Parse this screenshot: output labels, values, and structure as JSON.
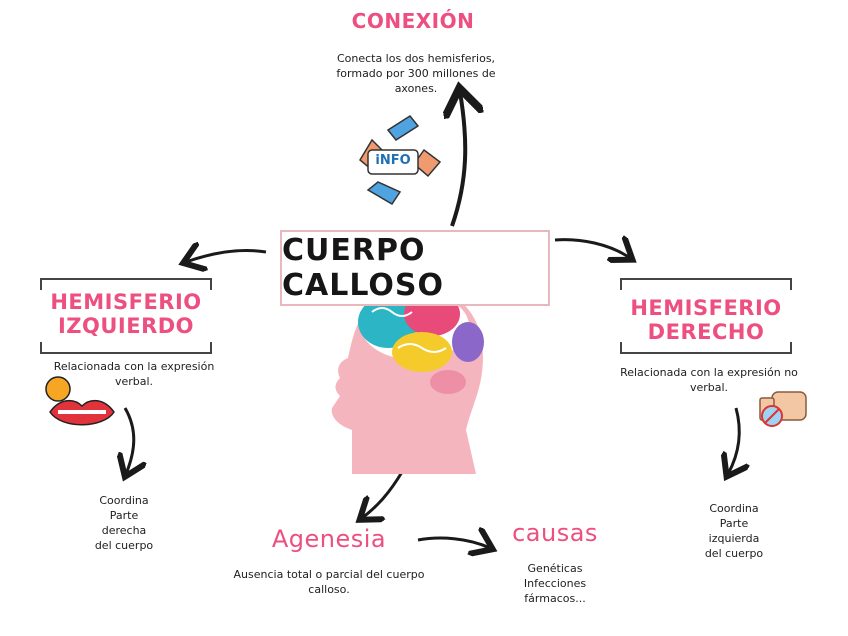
{
  "central": {
    "title": "CUERPO CALLOSO"
  },
  "conexion": {
    "title": "CONEXIÓN",
    "lines": [
      "Conecta los dos hemisferios,",
      "formado por 300 millones de",
      "axones."
    ],
    "icon_text": "iNFO"
  },
  "hemisferio_izquierdo": {
    "title_lines": [
      "HEMISFERIO",
      "IZQUIERDO"
    ],
    "description_lines": [
      "Relacionada con la expresión",
      "verbal."
    ],
    "function_lines": [
      "Coordina",
      "Parte",
      "derecha",
      "del cuerpo"
    ]
  },
  "hemisferio_derecho": {
    "title_lines": [
      "HEMISFERIO",
      "DERECHO"
    ],
    "description_lines": [
      "Relacionada con la expresión no",
      "verbal."
    ],
    "function_lines": [
      "Coordina",
      "Parte",
      "izquierda",
      "del cuerpo"
    ]
  },
  "agenesia": {
    "title": "Agenesia",
    "lines": [
      "Ausencia total o parcial del cuerpo",
      "calloso."
    ]
  },
  "causas": {
    "title": "causas",
    "lines": [
      "Genéticas",
      "Infecciones",
      "fármacos..."
    ]
  },
  "colors": {
    "title_pink": "#ec4f80",
    "box_border": "#e9b8bd",
    "head_pink": "#f5b5be"
  }
}
